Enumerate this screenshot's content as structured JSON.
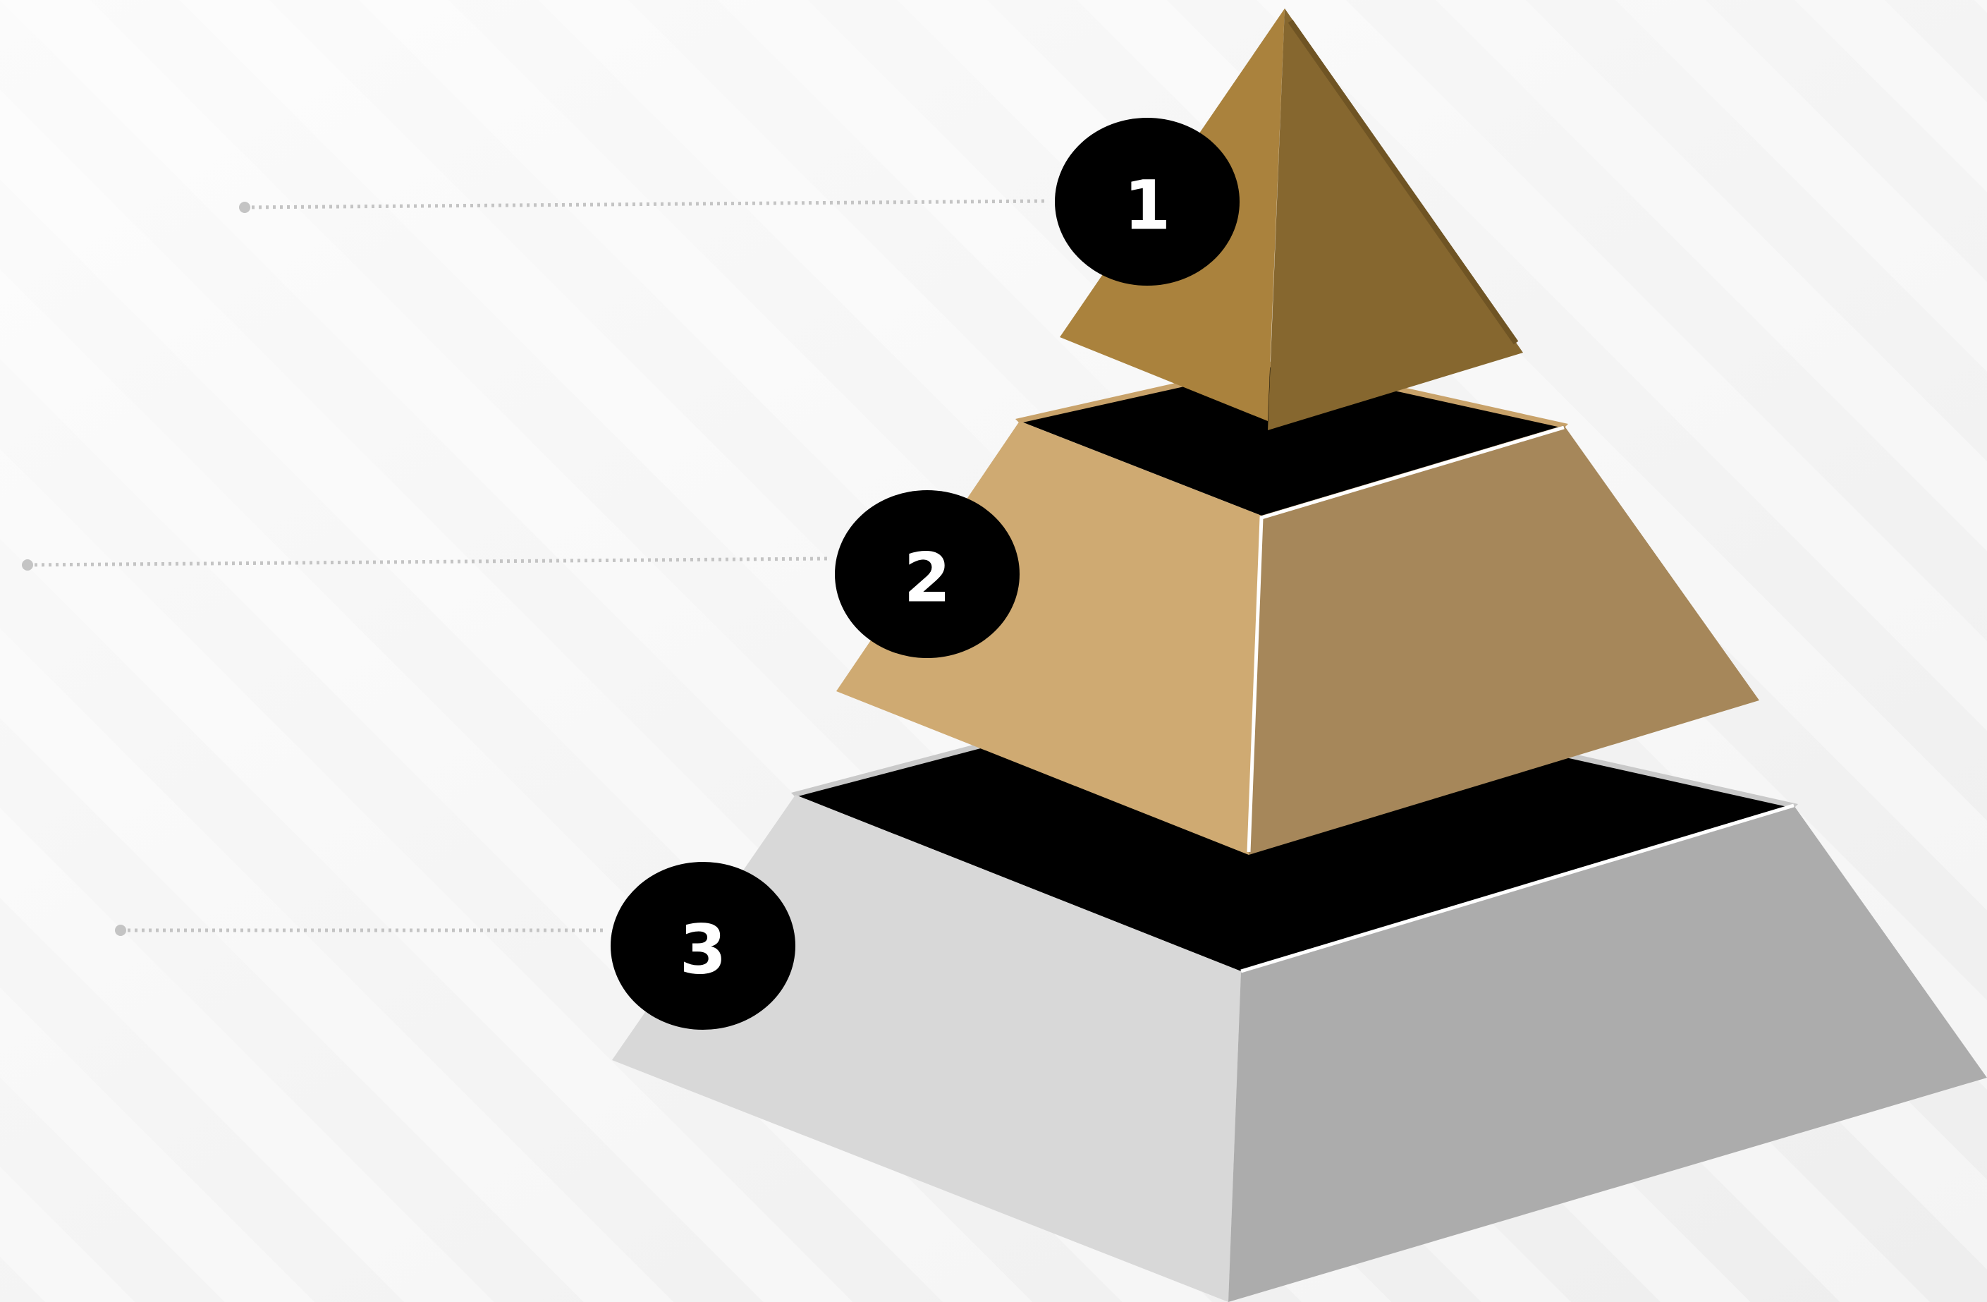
{
  "diagram": {
    "type": "3d-pyramid-infographic",
    "levels": [
      {
        "number": "1",
        "face_left_color": "#aa823d",
        "face_right_color": "#86672f"
      },
      {
        "number": "2",
        "face_left_color": "#cfaa72",
        "face_right_color": "#a6875a"
      },
      {
        "number": "3",
        "face_left_color": "#d8d8d8",
        "face_right_color": "#acacac"
      }
    ],
    "colors": {
      "background": "#f6f6f6",
      "badge": "#000000",
      "badge_text": "#ffffff",
      "leader_line": "#c4c4c4",
      "cavity": "#000000"
    }
  }
}
